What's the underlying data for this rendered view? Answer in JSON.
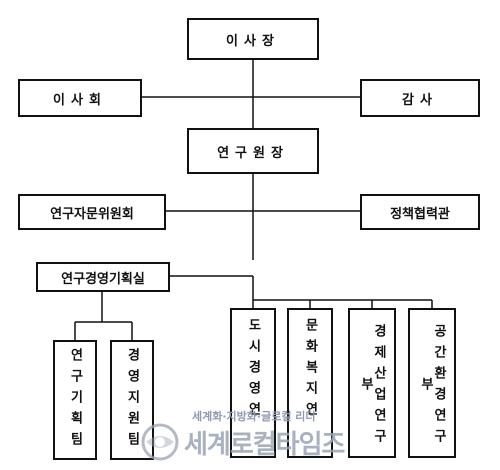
{
  "nodes": {
    "chair": "이사장",
    "board": "이사회",
    "auditor": "감사",
    "president": "연구원장",
    "advisory": "연구자문위원회",
    "policy": "정책협력관",
    "planning_office": "연구경영기획실",
    "research_planning_team": "연구기획팀",
    "management_support_team": "경영지원팀",
    "urban_dept": "도시경영연",
    "culture_dept": "문화복지연",
    "economy_dept": "경제산업연구부",
    "space_dept": "공간환경연구부"
  },
  "watermark": {
    "tagline": "세계화·지방화·글로컬 리더",
    "name": "세계로컬타임즈"
  },
  "colors": {
    "line": "#111111",
    "watermark": "#9aa4b4"
  }
}
